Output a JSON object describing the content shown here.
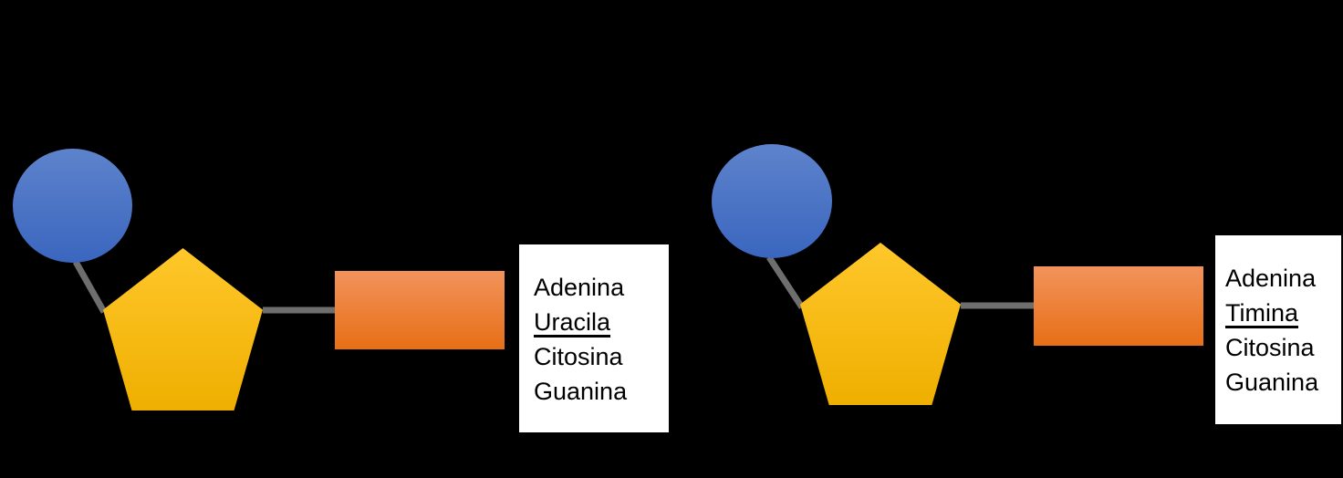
{
  "canvas": {
    "background": "#000000"
  },
  "colors": {
    "phosphate_gradient_top": "#5E83CC",
    "phosphate_gradient_bottom": "#3A66BE",
    "sugar_gradient_top": "#FFC72B",
    "sugar_gradient_bottom": "#EFAF00",
    "base_gradient_top": "#F2935C",
    "base_gradient_bottom": "#E76F16",
    "connector": "#6E6E6E",
    "list_box_background": "#FFFFFF",
    "list_text": "#000000"
  },
  "diagrams": [
    {
      "id": "left-nucleotide",
      "bases": [
        {
          "label": "Adenina",
          "underlined": false
        },
        {
          "label": "Uracila",
          "underlined": true
        },
        {
          "label": "Citosina",
          "underlined": false
        },
        {
          "label": "Guanina",
          "underlined": false
        }
      ]
    },
    {
      "id": "right-nucleotide",
      "bases": [
        {
          "label": "Adenina",
          "underlined": false
        },
        {
          "label": "Timina",
          "underlined": true
        },
        {
          "label": "Citosina",
          "underlined": false
        },
        {
          "label": "Guanina",
          "underlined": false
        }
      ]
    }
  ]
}
